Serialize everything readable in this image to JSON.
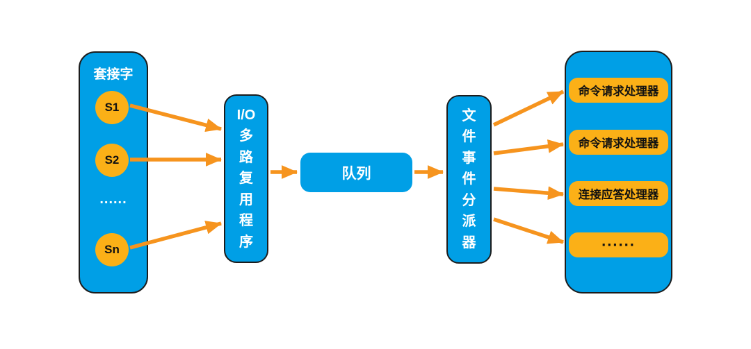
{
  "colors": {
    "background": "#FFFFFF",
    "panel-blue": "#009FE6",
    "node-orange": "#FBB017",
    "arrow-orange": "#F6941E",
    "outline": "#1C1C1C",
    "text-light": "#FFFFFF",
    "text-dark": "#111111"
  },
  "sockets_panel": {
    "title": "套接字",
    "items": [
      "S1",
      "S2",
      "......",
      "Sn"
    ]
  },
  "io_multiplexer": {
    "lines": [
      "I/O",
      "多",
      "路",
      "复",
      "用",
      "程",
      "序"
    ]
  },
  "queue": {
    "label": "队列"
  },
  "dispatcher": {
    "lines": [
      "文",
      "件",
      "事",
      "件",
      "分",
      "派",
      "器"
    ]
  },
  "handlers_panel": {
    "items": [
      "命令请求处理器",
      "命令请求处理器",
      "连接应答处理器",
      "......"
    ]
  }
}
